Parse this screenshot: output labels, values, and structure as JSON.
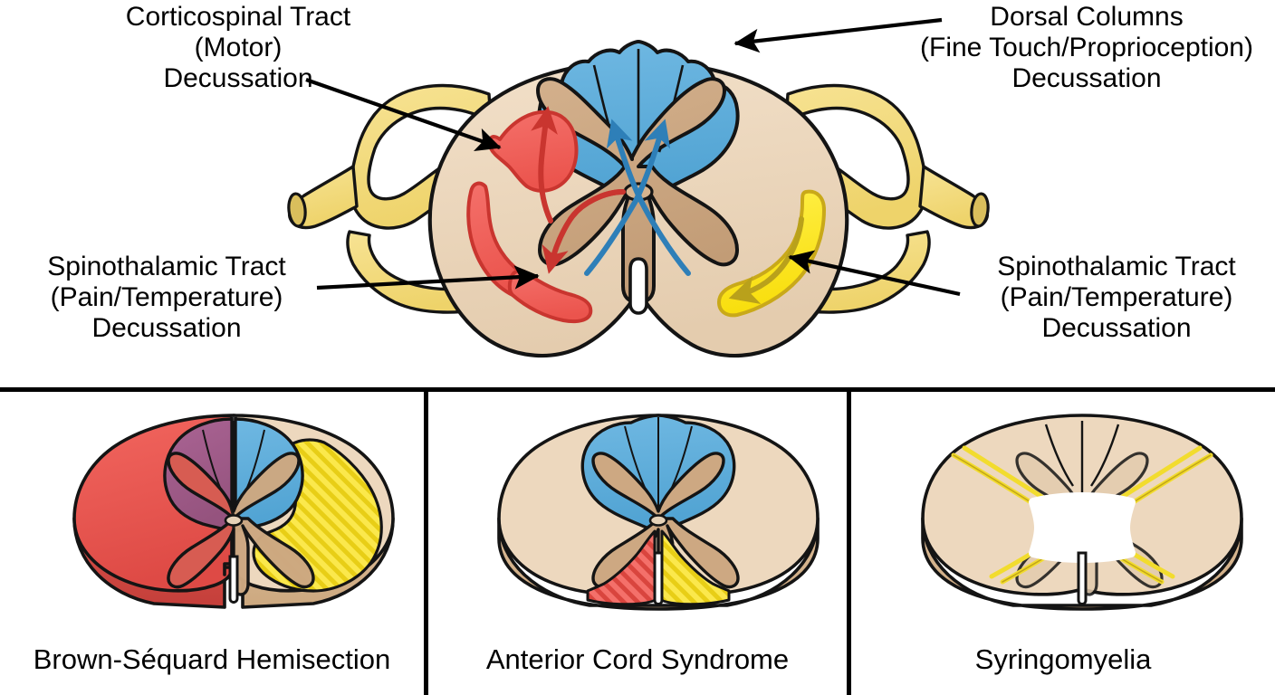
{
  "figure": {
    "title": "Spinal cord cross-section tract decussation and lesion syndromes",
    "main_diagram": {
      "name": "spinal-cord-cross-section",
      "labels": [
        {
          "id": "corticospinal",
          "text": "Corticospinal Tract\n(Motor)\nDecussation",
          "position": "top-left"
        },
        {
          "id": "dorsal-columns",
          "text": "Dorsal Columns\n(Fine Touch/Proprioception)\nDecussation",
          "position": "top-right"
        },
        {
          "id": "spinothalamic-left",
          "text": "Spinothalamic Tract\n(Pain/Temperature)\nDecussation",
          "position": "bottom-left"
        },
        {
          "id": "spinothalamic-right",
          "text": "Spinothalamic Tract\n(Pain/Temperature)\nDecussation",
          "position": "bottom-right"
        }
      ],
      "structures": [
        {
          "name": "dorsal-columns",
          "color": "#5FAEDC"
        },
        {
          "name": "corticospinal-tract",
          "color": "#F0605A"
        },
        {
          "name": "spinothalamic-tract",
          "color": "#FDE924"
        },
        {
          "name": "white-matter",
          "color": "#EDD8BE"
        },
        {
          "name": "gray-matter",
          "color": "#CDA882"
        },
        {
          "name": "nerve-root",
          "color": "#F3DC7C"
        },
        {
          "name": "central-canal",
          "color": "#D6B48F"
        }
      ]
    },
    "panels": [
      {
        "id": "brown-sequard",
        "caption": "Brown-Séquard Hemisection"
      },
      {
        "id": "anterior-cord",
        "caption": "Anterior Cord Syndrome"
      },
      {
        "id": "syringomyelia",
        "caption": "Syringomyelia"
      }
    ],
    "colors": {
      "blue": "#5FAEDC",
      "blue_dark": "#2E7FB8",
      "red": "#F0605A",
      "red_dark": "#C9352F",
      "yellow": "#FDE924",
      "yellow_dark": "#C9A919",
      "purple": "#A05C88",
      "white_matter": "#EDD8BE",
      "gray_matter": "#CDA882",
      "nerve_root": "#F3DC7C",
      "outline": "#141414",
      "background": "#FFFFFF"
    }
  }
}
